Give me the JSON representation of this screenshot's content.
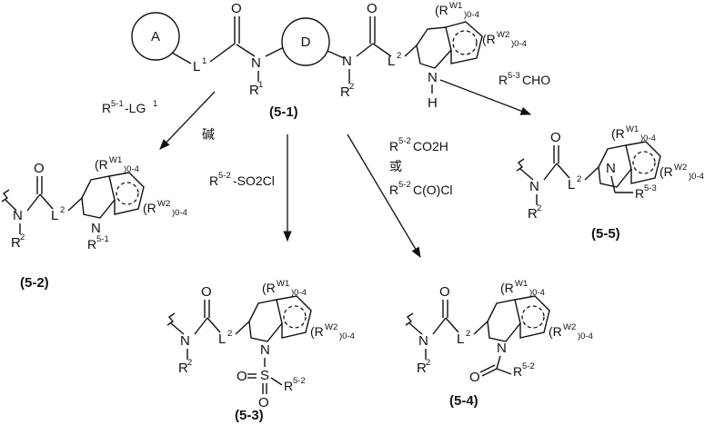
{
  "start": {
    "ring_a": "A",
    "ring_d": "D",
    "L1": "L",
    "L1_sup": "1",
    "L2": "L",
    "L2_sup": "2",
    "O1": "O",
    "O2": "O",
    "N1": "N",
    "N2": "N",
    "NH_N": "N",
    "NH_H": "H",
    "R1": "R",
    "R1_sup": "1",
    "R2": "R",
    "R2_sup": "2",
    "RW1": "(R",
    "RW1_sup": "W1",
    "RW1_sub": ")0-4",
    "RW2": "(R",
    "RW2_sup": "W2",
    "RW2_sub": ")0-4",
    "label": "(5-1)"
  },
  "reagents": {
    "r52_alkyl": "R",
    "r52_alkyl_sup": "5-1",
    "r52_alkyl_tail": "-LG",
    "r52_alkyl_tail_sup": "1",
    "base": "碱",
    "sulfonyl": "R",
    "sulfonyl_sup": "5-2",
    "sulfonyl_tail": "-SO2Cl",
    "acid": "R",
    "acid_sup": "5-2",
    "acid_tail": "CO2H",
    "or": "或",
    "acyl": "R",
    "acyl_sup": "5-2",
    "acyl_tail": "C(O)Cl",
    "aldehyde": "R",
    "aldehyde_sup": "5-3",
    "aldehyde_tail": "CHO"
  },
  "products": [
    {
      "label": "(5-2)",
      "n_sub": "R",
      "n_sub_sup": "5-1"
    },
    {
      "label": "(5-3)",
      "s_sub": "R",
      "s_sub_sup": "5-2",
      "O": "O",
      "S": "S"
    },
    {
      "label": "(5-4)",
      "c_sub": "R",
      "c_sub_sup": "5-2",
      "O": "O"
    },
    {
      "label": "(5-5)",
      "c_sub": "R",
      "c_sub_sup": "5-3"
    }
  ],
  "common": {
    "N": "N",
    "O": "O",
    "L2": "L",
    "L2_sup": "2",
    "R2": "R",
    "R2_sup": "2",
    "RW1": "(R",
    "RW1_sup": "W1",
    "RW1_sub": ")0-4",
    "RW2": "(R",
    "RW2_sup": "W2",
    "RW2_sub": ")0-4"
  }
}
